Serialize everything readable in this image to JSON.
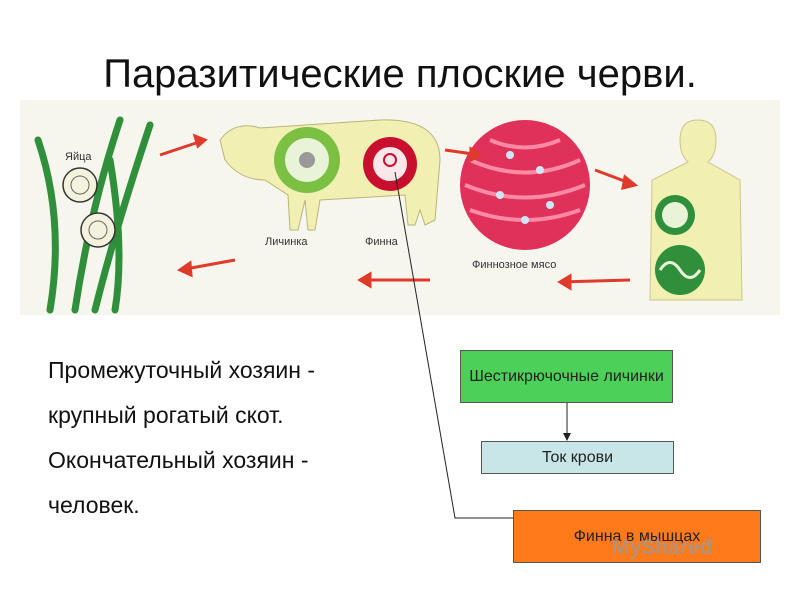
{
  "title": "Паразитические плоские черви.",
  "figure": {
    "labels": {
      "eggs": "Яйца",
      "larva": "Личинка",
      "finna": "Финна",
      "meat": "Финнозное мясо"
    }
  },
  "text_lines": [
    "Промежуточный хозяин -",
    "крупный рогатый скот.",
    "Окончательный хозяин  -",
    "человек."
  ],
  "flow": {
    "step1": "Шестикрючочные личинки",
    "step2": "Ток крови",
    "step3": "Финна в мышцах"
  },
  "watermark": "MyShared",
  "colors": {
    "step1_fill": "#4cd05a",
    "step2_fill": "#c8e6e8",
    "step3_fill": "#ff7a1a",
    "arrow_red": "#e03a2a"
  }
}
